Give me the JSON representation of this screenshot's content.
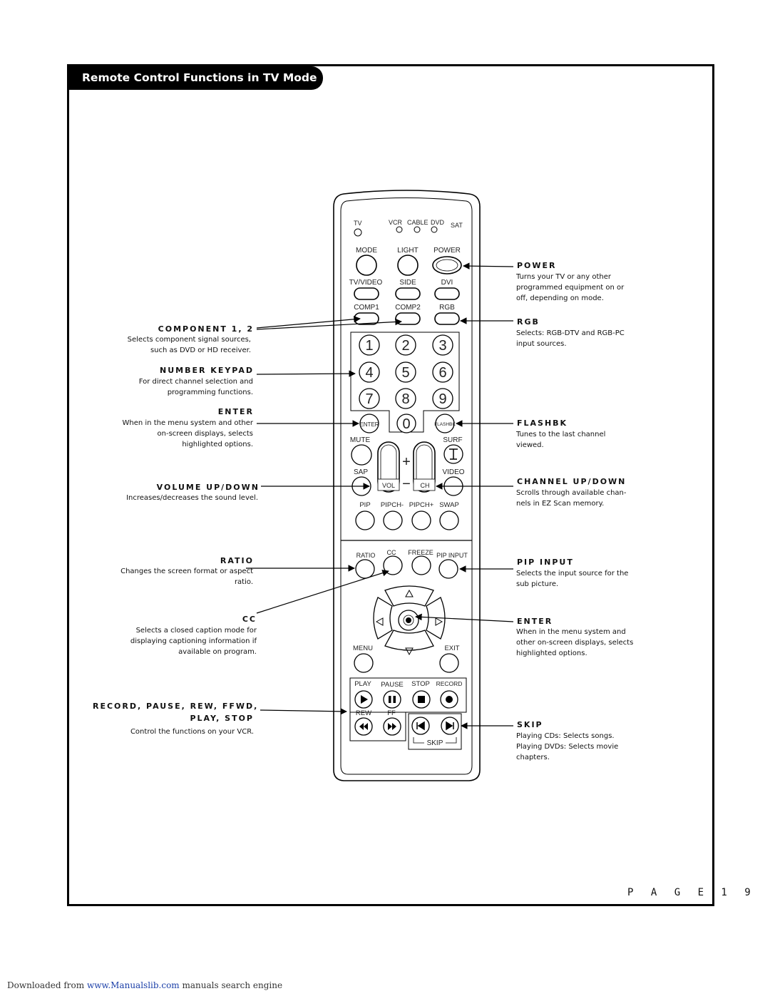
{
  "header": {
    "title": "Remote Control Functions in TV Mode"
  },
  "page": {
    "label": "P A G E  1 9"
  },
  "footer": {
    "prefix": "Downloaded from ",
    "link": "www.Manualslib.com",
    "suffix": " manuals search engine"
  },
  "remote": {
    "modes": [
      "TV",
      "VCR",
      "CABLE",
      "DVD",
      "SAT"
    ],
    "row1": [
      "MODE",
      "LIGHT",
      "POWER"
    ],
    "row2": [
      "TV/VIDEO",
      "SIDE",
      "DVI"
    ],
    "row3": [
      "COMP1",
      "COMP2",
      "RGB"
    ],
    "digits": [
      "1",
      "2",
      "3",
      "4",
      "5",
      "6",
      "7",
      "8",
      "9",
      "0"
    ],
    "enter": "ENTER",
    "flashbk": "FLASHBK",
    "mute": "MUTE",
    "surf": "SURF",
    "sap": "SAP",
    "video": "VIDEO",
    "vol": "VOL",
    "ch": "CH",
    "plus": "+",
    "minus": "−",
    "pip_row": [
      "PIP",
      "PIPCH-",
      "PIPCH+",
      "SWAP"
    ],
    "ratio_row": [
      "RATIO",
      "CC",
      "FREEZE",
      "PIP INPUT"
    ],
    "menu": "MENU",
    "exit": "EXIT",
    "transport": [
      "PLAY",
      "PAUSE",
      "STOP",
      "RECORD"
    ],
    "rew": "REW",
    "ff": "FF",
    "skip": "SKIP"
  },
  "left_callouts": [
    {
      "heading": "COMPONENT 1, 2",
      "text": "Selects component signal sources, such as DVD or HD receiver."
    },
    {
      "heading": "NUMBER KEYPAD",
      "text": "For direct channel selection and programming functions."
    },
    {
      "heading": "ENTER",
      "text": "When in the menu system and other on-screen displays, selects highlighted options."
    },
    {
      "heading": "VOLUME UP/DOWN",
      "text": "Increases/decreases the sound level."
    },
    {
      "heading": "RATIO",
      "text": "Changes the screen format or aspect ratio."
    },
    {
      "heading": "CC",
      "text": "Selects a closed caption mode for displaying captioning information if available on program."
    },
    {
      "heading": "RECORD, PAUSE, REW, FFWD,",
      "heading2": "PLAY, STOP",
      "text": "Control the functions on your VCR."
    }
  ],
  "right_callouts": [
    {
      "heading": "POWER",
      "text": "Turns your TV or any other programmed equipment on or off, depending on mode."
    },
    {
      "heading": "RGB",
      "text": "Selects: RGB-DTV and RGB-PC input sources."
    },
    {
      "heading": "FLASHBK",
      "text": "Tunes to the last channel viewed."
    },
    {
      "heading": "CHANNEL UP/DOWN",
      "text": "Scrolls through available chan- nels in EZ Scan memory."
    },
    {
      "heading": "PIP INPUT",
      "text": "Selects the input source for the sub picture."
    },
    {
      "heading": "ENTER",
      "text": "When in the menu system and other on-screen displays, selects highlighted options."
    },
    {
      "heading": "SKIP",
      "text": "Playing CDs: Selects songs. Playing DVDs: Selects movie chapters."
    }
  ]
}
